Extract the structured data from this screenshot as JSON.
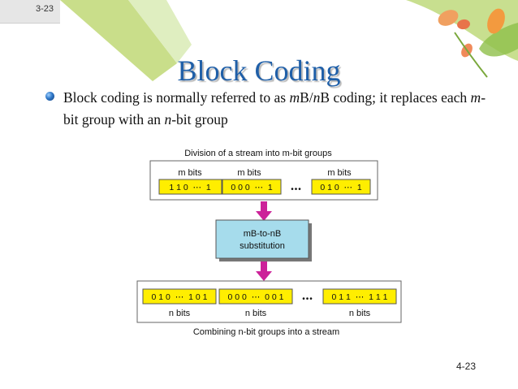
{
  "slide": {
    "corner_label": "3-23",
    "title": "Block Coding",
    "bullet": {
      "t1": "Block coding is normally referred to as ",
      "m1": "m",
      "t2": "B/",
      "n1": "n",
      "t3": "B coding; it replaces each ",
      "m2": "m",
      "t4": "-bit group with an ",
      "n2": "n",
      "t5": "-bit group"
    },
    "page_number": "4-23"
  },
  "diagram": {
    "top_caption": "Division of a stream into m-bit groups",
    "bottom_caption": "Combining n-bit groups into a stream",
    "m_groups": [
      {
        "label": "m bits",
        "value": "1 1 0  ⋯  1"
      },
      {
        "label": "m bits",
        "value": "0 0 0  ⋯  1"
      },
      {
        "label": "m bits",
        "value": "0 1 0  ⋯  1"
      }
    ],
    "n_groups": [
      {
        "label": "n bits",
        "value": "0 1 0  ⋯  1 0 1"
      },
      {
        "label": "n bits",
        "value": "0 0 0  ⋯  0 0 1"
      },
      {
        "label": "n bits",
        "value": "0 1 1  ⋯  1 1 1"
      }
    ],
    "ellipsis": "•••",
    "substitution_line1": "mB-to-nB",
    "substitution_line2": "substitution",
    "colors": {
      "bit_box": "#ffee00",
      "substitution_box": "#a6dcec",
      "arrow": "#cc2299"
    }
  }
}
